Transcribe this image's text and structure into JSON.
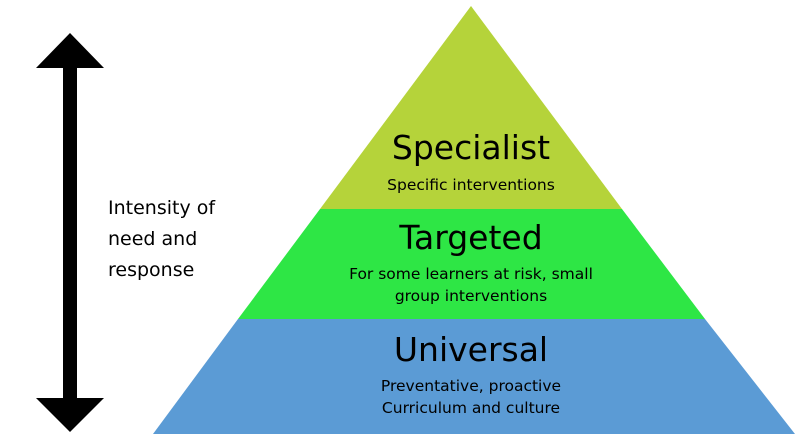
{
  "diagram": {
    "side_label": "Intensity of\nneed and\nresponse",
    "tiers": [
      {
        "title": "Specialist",
        "description": "Specific interventions",
        "color": "#b5d33a"
      },
      {
        "title": "Targeted",
        "description": "For some learners at risk, small group interventions",
        "color": "#2ee645"
      },
      {
        "title": "Universal",
        "description": "Preventative, proactive Curriculum and culture",
        "color": "#5b9bd5"
      }
    ],
    "arrow_color": "#000000",
    "arrow_icon": "double-headed-vertical-arrow"
  }
}
